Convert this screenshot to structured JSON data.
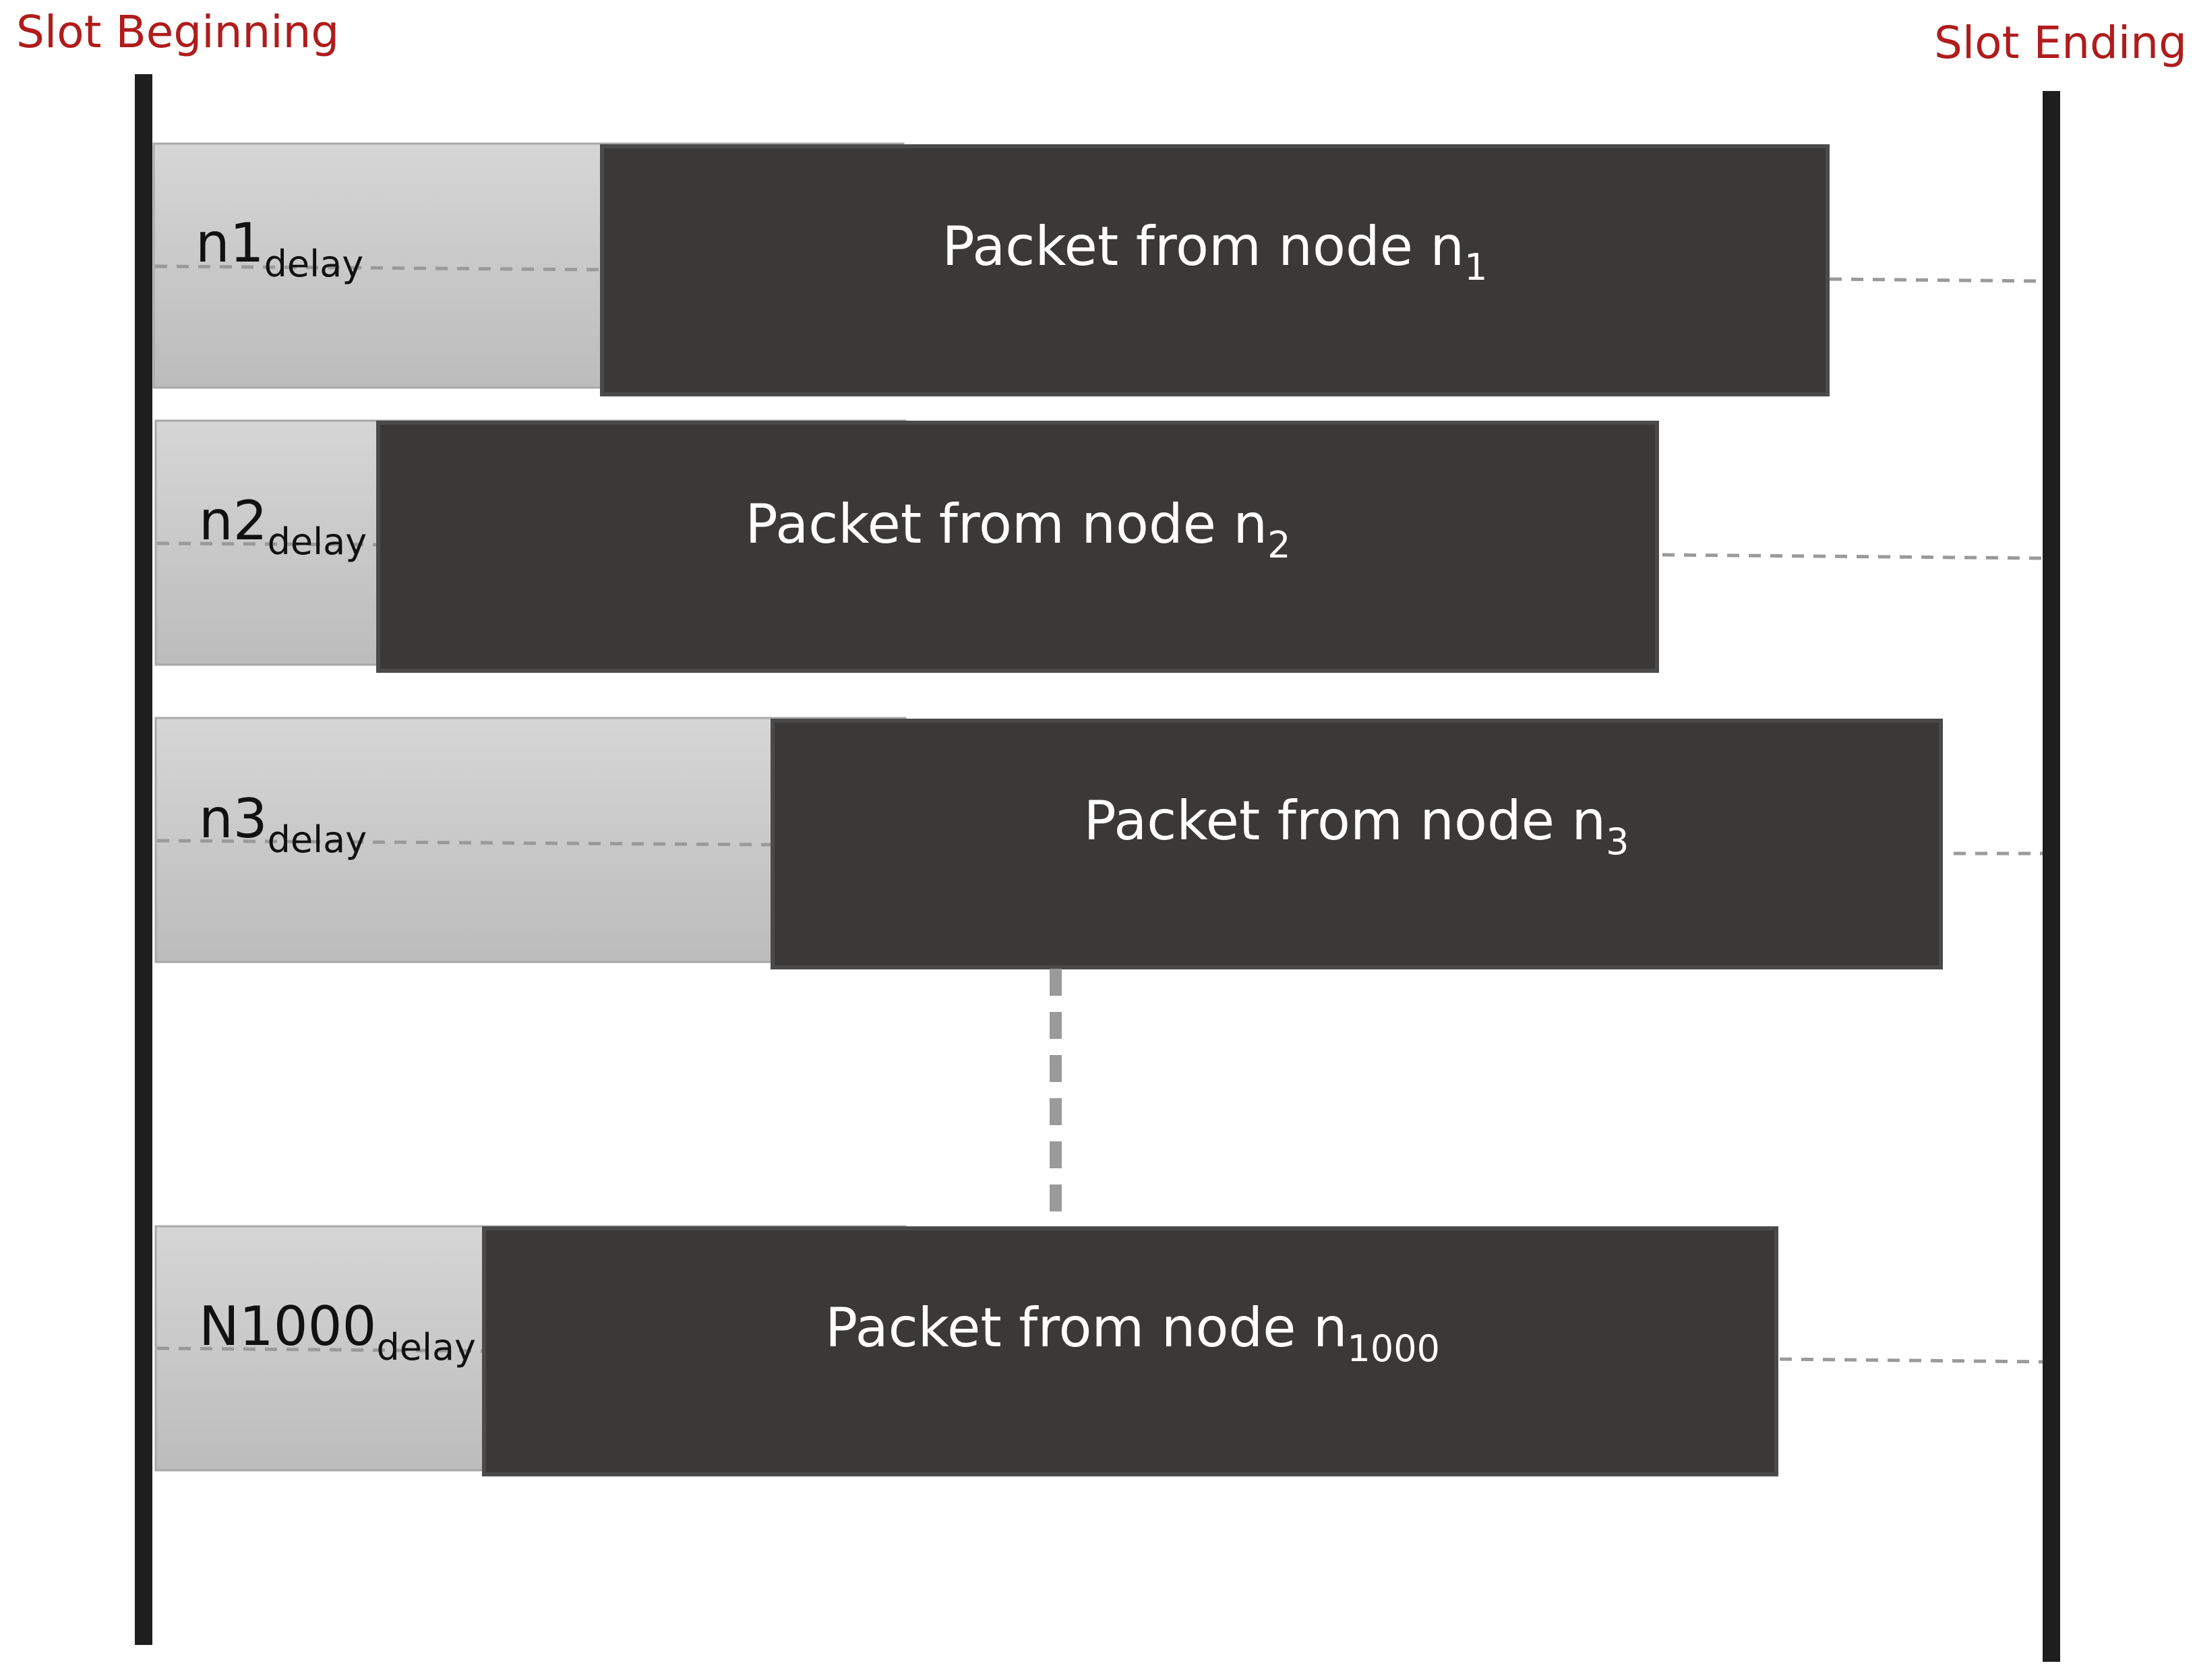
{
  "diagram": {
    "slot_beginning_label": "Slot Beginning",
    "slot_ending_label": "Slot Ending",
    "rows": [
      {
        "delay_label": "n1",
        "delay_sub": "delay",
        "packet_label": "Packet from node n",
        "packet_sub": "1"
      },
      {
        "delay_label": "n2",
        "delay_sub": "delay",
        "packet_label": "Packet from node n",
        "packet_sub": "2"
      },
      {
        "delay_label": "n3",
        "delay_sub": "delay",
        "packet_label": "Packet from node n",
        "packet_sub": "3"
      },
      {
        "delay_label": "N1000",
        "delay_sub": "delay",
        "packet_label": "Packet from node n",
        "packet_sub": "1000"
      }
    ],
    "colors": {
      "slot_label": "#b01c1c",
      "slot_line": "#1e1e1e",
      "packet_fill": "#3a3938",
      "packet_text": "#ffffff",
      "delay_fill_top": "#d4d4d4",
      "delay_fill_bottom": "#bdbdbd",
      "dash": "#9a9a9a"
    }
  }
}
